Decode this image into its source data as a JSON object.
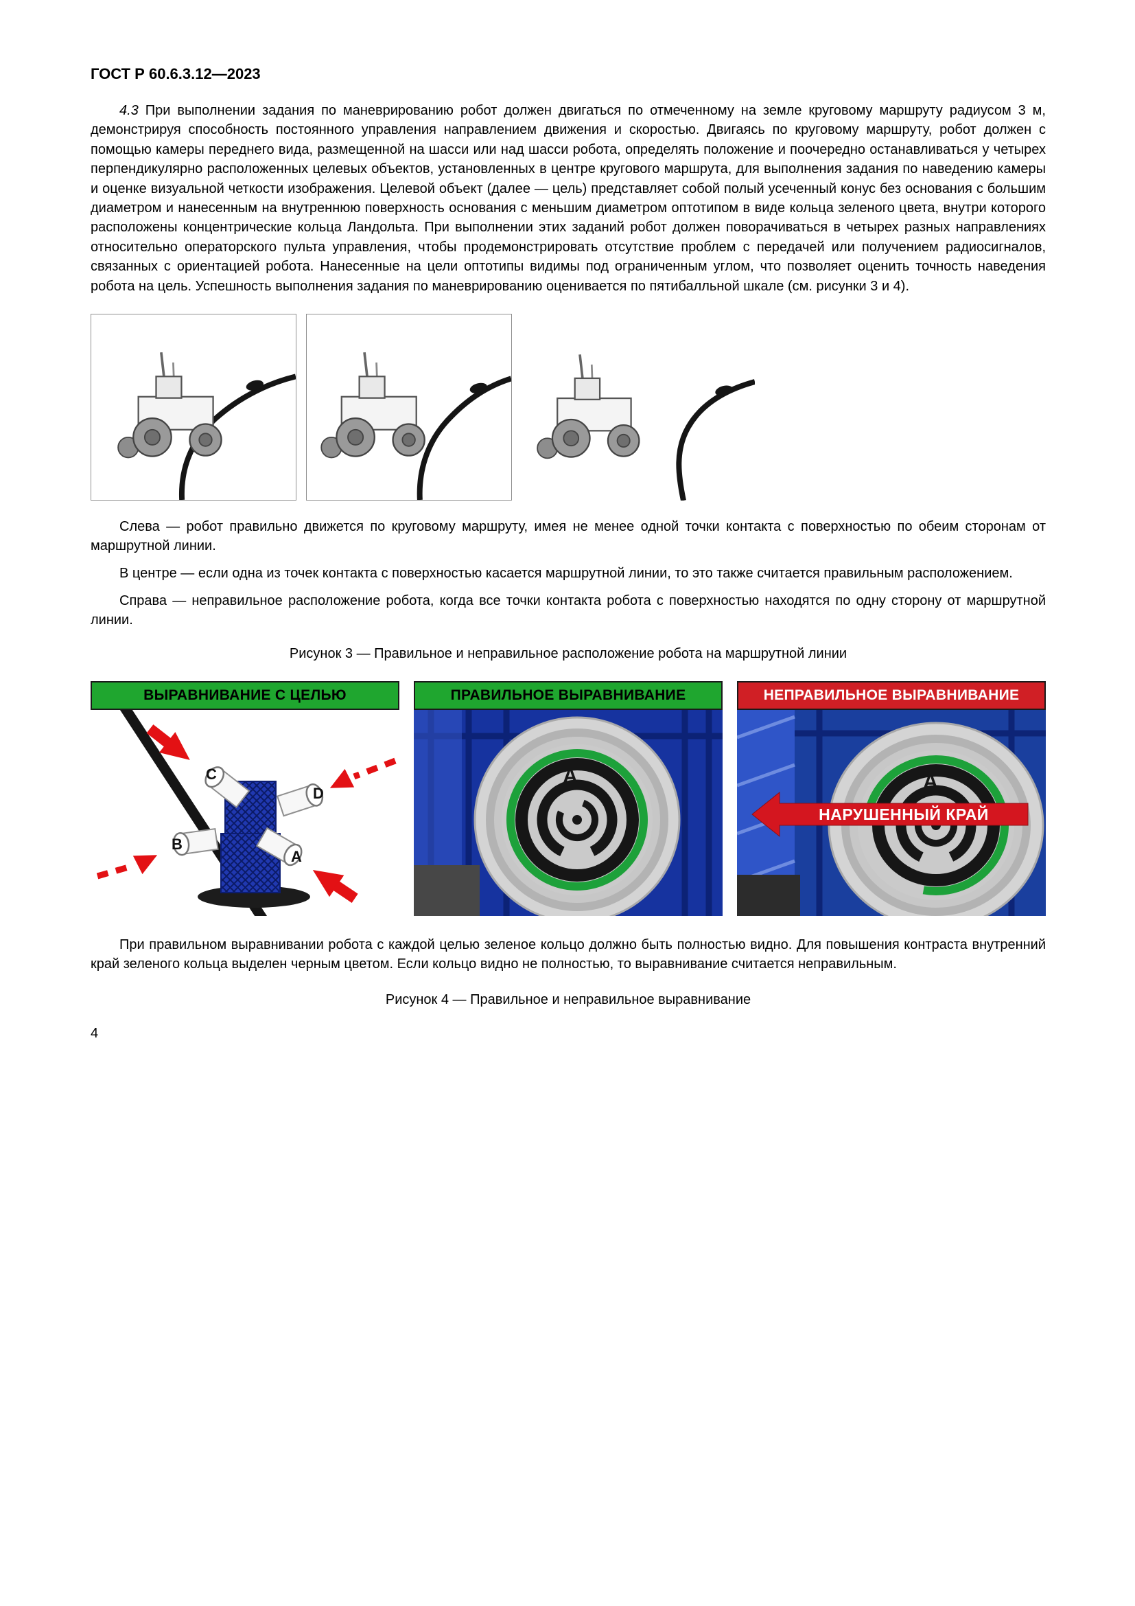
{
  "document": {
    "code": "ГОСТ Р 60.6.3.12—2023",
    "page_number": "4"
  },
  "clause": {
    "number": "4.3",
    "text": "При выполнении задания по маневрированию робот должен двигаться по отмеченному на земле круговому маршруту радиусом 3 м, демонстрируя способность постоянного управления направлением движения и скоростью. Двигаясь по круговому маршруту, робот должен с помощью камеры переднего вида, размещенной на шасси или над шасси робота, определять положение и поочередно останавливаться у четырех перпендикулярно расположенных целевых объектов, установленных в центре кругового маршрута, для выполнения задания по наведению камеры и оценке визуальной четкости изображения. Целевой объект (далее — цель) представляет собой полый усеченный конус без основания с большим диаметром и нанесенным на внутреннюю поверхность основания с меньшим диаметром оптотипом в виде кольца зеленого цвета, внутри которого расположены концентрические кольца Ландольта. При выполнении этих заданий робот должен поворачиваться в четырех разных направлениях относительно операторского пульта управления, чтобы продемонстрировать отсутствие проблем с передачей или получением радиосигналов, связанных с ориентацией робота. Нанесенные на цели оптотипы видимы под ограниченным углом, что позволяет оценить точность наведения робота на цель. Успешность выполнения задания по маневрированию оценивается по пятибалльной шкале (см. рисунки 3 и 4)."
  },
  "figure3": {
    "legend": [
      "Слева — робот правильно движется по круговому маршруту, имея не менее одной точки контакта с поверхностью по обеим сторонам от маршрутной линии.",
      "В центре — если одна из точек контакта с поверхностью касается маршрутной линии, то это также считается правильным расположением.",
      "Справа — неправильное расположение робота, когда все точки контакта робота с поверхностью находятся по одну сторону от маршрутной линии."
    ],
    "caption": "Рисунок 3 — Правильное и неправильное расположение робота на маршрутной линии"
  },
  "figure4": {
    "panel_headers": [
      "ВЫРАВНИВАНИЕ С ЦЕЛЬЮ",
      "ПРАВИЛЬНОЕ ВЫРАВНИВАНИЕ",
      "НЕПРАВИЛЬНОЕ ВЫРАВНИВАНИЕ"
    ],
    "cone_labels": {
      "a": "A",
      "b": "B",
      "c": "C",
      "d": "D"
    },
    "target_letter": "A",
    "banner": "НАРУШЕННЫЙ КРАЙ",
    "note": "При правильном выравнивании робота с каждой целью зеленое кольцо должно быть полностью видно. Для повышения контраста внутренний край зеленого кольца выделен черным цветом. Если кольцо видно не полностью, то выравнивание считается неправильным.",
    "caption": "Рисунок 4 — Правильное и неправильное выравнивание"
  },
  "colors": {
    "header_green": "#1fa62f",
    "header_red": "#d01f25",
    "banner_red": "#d4161f",
    "green_ring": "#1da13a",
    "background_blue": "#16339f",
    "route_line": "#151515"
  }
}
